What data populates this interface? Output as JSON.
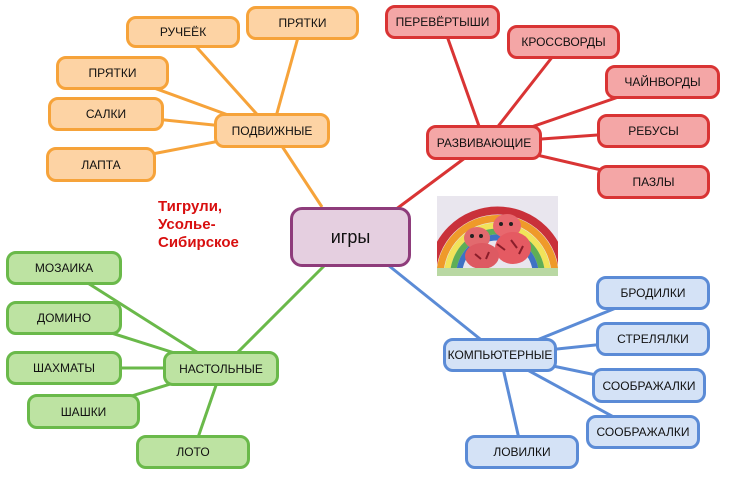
{
  "center": {
    "label": "игры"
  },
  "credit": {
    "text": "Тигрули,\nУсолье-\nСибирское"
  },
  "picture": {
    "icon": "tiger-cubs-rainbow-illustration"
  },
  "branches": {
    "podvizhnye": {
      "label": "ПОДВИЖНЫЕ",
      "color": "#f6a33a",
      "items": [
        "РУЧЕЁК",
        "ПРЯТКИ",
        "ПРЯТКИ",
        "САЛКИ",
        "ЛАПТА"
      ]
    },
    "razvivayushchie": {
      "label": "РАЗВИВАЮЩИЕ",
      "color": "#d93434",
      "items": [
        "ПЕРЕВЁРТЫШИ",
        "КРОССВОРДЫ",
        "ЧАЙНВОРДЫ",
        "РЕБУСЫ",
        "ПАЗЛЫ"
      ]
    },
    "nastolnye": {
      "label": "НАСТОЛЬНЫЕ",
      "color": "#6ab94a",
      "items": [
        "МОЗАИКА",
        "ДОМИНО",
        "ШАХМАТЫ",
        "ШАШКИ",
        "ЛОТО"
      ]
    },
    "kompyuternye": {
      "label": "КОМПЬЮТЕРНЫЕ",
      "color": "#5b8bd6",
      "items": [
        "БРОДИЛКИ",
        "СТРЕЛЯЛКИ",
        "СООБРАЖАЛКИ",
        "СООБРАЖАЛКИ",
        "ЛОВИЛКИ"
      ]
    }
  }
}
